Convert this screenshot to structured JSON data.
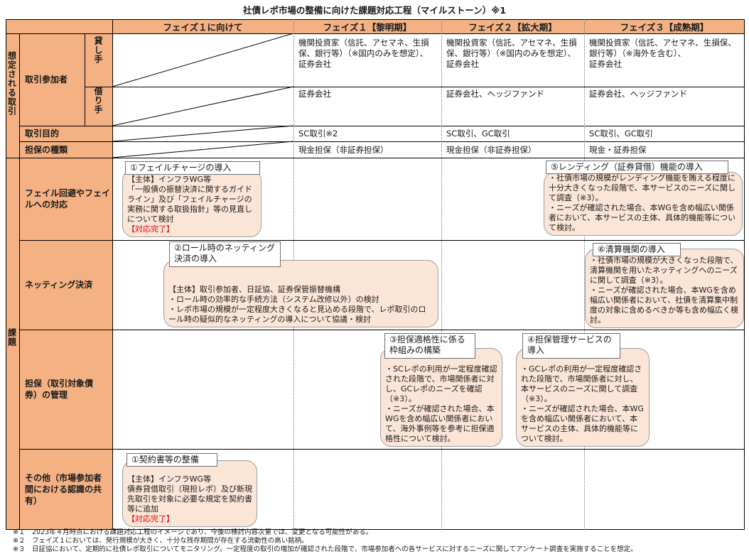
{
  "title": "社債レポ市場の整備に向けた課題対応工程（マイルストーン）※1",
  "headers": {
    "phase0": "フェイズ１に向けて",
    "phase1": "フェイズ１【黎明期】",
    "phase2": "フェイズ２【拡大期】",
    "phase3": "フェイズ３【成熟期】"
  },
  "side_labels": {
    "assumed": "想定される取引",
    "issues": "課題"
  },
  "rows": {
    "participants": "取引参加者",
    "lender": "貸し手",
    "borrower": "借り手",
    "purpose": "取引目的",
    "collateral": "担保の種類",
    "fail": "フェイル回避やフェイルへの対応",
    "netting": "ネッティング決済",
    "collateral_mgmt": "担保（取引対象債券）の管理",
    "other": "その他（市場参加者間における認識の共有）"
  },
  "cells": {
    "lender_p1": "機関投資家（信託、アセマネ、生損保、銀行等）（※国内のみを想定）、\n証券会社",
    "lender_p2": "機関投資家（信託、アセマネ、生損保、銀行等）（※国内のみを想定）、\n証券会社",
    "lender_p3": "機関投資家（信託、アセマネ、生損保、銀行等）（※海外を含む）、\n証券会社",
    "borrower_p1": "証券会社",
    "borrower_p2": "証券会社、ヘッジファンド",
    "borrower_p3": "証券会社、ヘッジファンド",
    "purpose_p1": "SC取引※2",
    "purpose_p2": "SC取引、GC取引",
    "purpose_p3": "SC取引、GC取引",
    "collateral_p1": "現金担保（非証券担保）",
    "collateral_p2": "現金担保（非証券担保）",
    "collateral_p3": "現金・証券担保"
  },
  "items": {
    "fail_charge": {
      "tag": "①フェイルチャージの導入",
      "body": "【主体】インフラWG等\n「一般債の振替決済に関するガイドライン」及び「フェイルチャージの実務に関する取扱指針」等の見直しについて検討",
      "done": "【対応完了】"
    },
    "lending": {
      "tag": "⑤レンディング（証券貸借）機能の導入",
      "body": "・社債市場の規模がレンディング機能を賄える程度に十分大きくなった段階で、本サービスのニーズに関して調査（※3）。\n・ニーズが確認された場合、本WGを含め幅広い関係者において、本サービスの主体、具体的機能等について検討。"
    },
    "roll_netting": {
      "tag": "②ロール時のネッティング決済の導入",
      "body": "【主体】取引参加者、日証協、証券保管振替機構\n・ロール時の効率的な手続方法（システム改修以外）の検討\n・レポ市場の規模が一定程度大きくなると見込める段階で、レポ取引のロール時の疑似的なネッティングの導入について協議・検討"
    },
    "ccp": {
      "tag": "⑥清算機関の導入",
      "body": "・社債市場の規模が大きくなった段階で、清算機関を用いたネッティングへのニーズに関して調査（※3）。\n・ニーズが確認された場合、本WGを含め幅広い関係者において、社債を清算集中制度の対象に含めるべきか等も含め幅広く検討。"
    },
    "eligibility": {
      "tag": "③担保適格性に係る枠組みの構築",
      "body": "・SCレポの利用が一定程度確認された段階で、市場関係者に対し、GCレポのニーズを確認（※3）。\n・ニーズが確認された場合、本WGを含め幅広い関係者において、海外事例等を参考に担保適格性について検討。"
    },
    "coll_service": {
      "tag": "④担保管理サービスの導入",
      "body": "・GCレポの利用が一定程度確認された段階で、市場関係者に対し、本サービスのニーズに関して調査（※3）。\n・ニーズが確認された場合、本WGを含め幅広い関係者において、本サービスの主体、具体的機能等について検討。"
    },
    "contract": {
      "tag": "①契約書等の整備",
      "body": "【主体】インフラWG等\n債券貸借取引（現担レポ）及び新現先取引を対象に必要な規定を契約書等に追加",
      "done": "【対応完了】"
    }
  },
  "notes": [
    "※１　2023年４月時点における課題対応工程のイメージであり、今後の検討内容次第では、変更となる可能性がある。",
    "※２　フェイズ１においては、発行規模が大きく、十分な残存期間が存在する流動性の高い銘柄。",
    "※３　日証協において、定期的に社債レポ取引についてモニタリング。一定程度の取引の増加が確認された段階で、市場参加者への各サービスに対するニーズに関してアンケート調査を実施することを想定。"
  ],
  "colors": {
    "header_orange": "#f4b183",
    "bubble_fill": "#fbe5d6",
    "done_red": "#e00000"
  }
}
